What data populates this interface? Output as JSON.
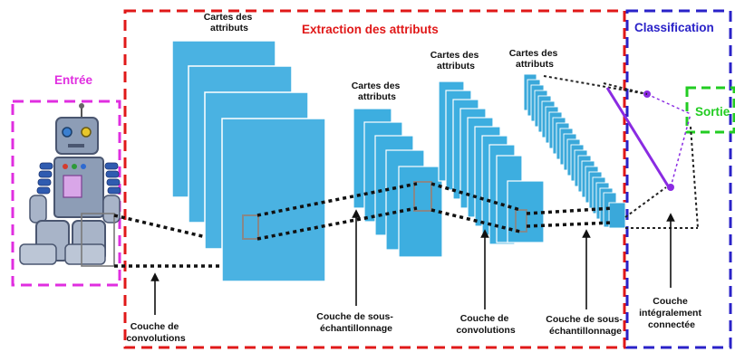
{
  "sections": {
    "input": "Entrée",
    "feature_extraction": "Extraction des attributs",
    "classification": "Classification",
    "output": "Sortie"
  },
  "feature_map_labels": [
    [
      "Cartes des",
      "attributs"
    ],
    [
      "Cartes des",
      "attributs"
    ],
    [
      "Cartes des",
      "attributs"
    ],
    [
      "Cartes des",
      "attributs"
    ]
  ],
  "layer_labels": [
    [
      "Couche de",
      "convolutions"
    ],
    [
      "Couche de sous-",
      "échantillonnage"
    ],
    [
      "Couche de",
      "convolutions"
    ],
    [
      "Couche de sous-",
      "échantillonnage"
    ],
    [
      "Couche",
      "intégralement",
      "connectée"
    ]
  ],
  "colors": {
    "extraction_border": "#e01818",
    "classification_border": "#2a22c8",
    "input_border": "#e02ee0",
    "output_border": "#22cc22",
    "feature_map": "#3daee0",
    "fc_line": "#8a2be2"
  }
}
